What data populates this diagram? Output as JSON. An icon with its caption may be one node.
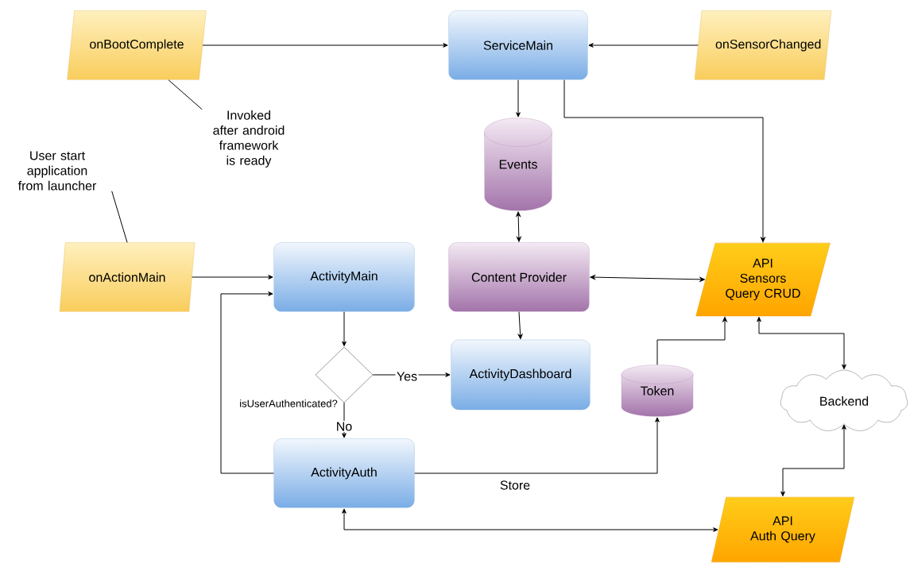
{
  "diagram": {
    "nodes": [
      {
        "text": [
          "onBootComplete"
        ]
      },
      {
        "text": [
          "ServiceMain"
        ]
      },
      {
        "text": [
          "onSensorChanged"
        ]
      },
      {
        "text": [
          "Invoked after android framework is ready"
        ]
      },
      {
        "text": [
          "User start application from launcher"
        ]
      },
      {
        "text": [
          "Events"
        ]
      },
      {
        "text": [
          "onActionMain"
        ]
      },
      {
        "text": [
          "ActivityMain"
        ]
      },
      {
        "text": [
          "Content Provider"
        ]
      },
      {
        "text": [
          "API",
          "Sensors Query CRUD"
        ]
      },
      {
        "text": [
          "isUserAuthenticated?"
        ]
      },
      {
        "text": [
          "ActivityDashboard"
        ]
      },
      {
        "text": [
          "Token"
        ]
      },
      {
        "text": [
          "Backend"
        ]
      },
      {
        "text": [
          "ActivityAuth"
        ]
      },
      {
        "text": [
          "API",
          "Auth Query"
        ]
      }
    ],
    "edges": [
      {
        "from": 0,
        "to": 1,
        "arrow": "to"
      },
      {
        "from": 2,
        "to": 1,
        "arrow": "to"
      },
      {
        "from": 3,
        "to": 0,
        "arrow": "none"
      },
      {
        "from": 1,
        "to": 5,
        "arrow": "to"
      },
      {
        "from": 1,
        "to": 9,
        "arrow": "to"
      },
      {
        "from": 4,
        "to": 6,
        "arrow": "none"
      },
      {
        "from": 5,
        "to": 8,
        "arrow": "both"
      },
      {
        "from": 6,
        "to": 7,
        "arrow": "to"
      },
      {
        "from": 8,
        "to": 9,
        "arrow": "both"
      },
      {
        "from": 7,
        "to": 10,
        "arrow": "to"
      },
      {
        "from": 8,
        "to": 11,
        "arrow": "to"
      },
      {
        "from": 10,
        "to": 11,
        "arrow": "to",
        "label": "Yes"
      },
      {
        "from": 10,
        "to": 14,
        "arrow": "to",
        "label": "No"
      },
      {
        "from": 14,
        "to": 7,
        "arrow": "to"
      },
      {
        "from": 14,
        "to": 12,
        "arrow": "to",
        "label": "Store"
      },
      {
        "from": 12,
        "to": 9,
        "arrow": "to"
      },
      {
        "from": 9,
        "to": 13,
        "arrow": "both"
      },
      {
        "from": 15,
        "to": 13,
        "arrow": "both"
      },
      {
        "from": 14,
        "to": 15,
        "arrow": "both"
      }
    ]
  }
}
